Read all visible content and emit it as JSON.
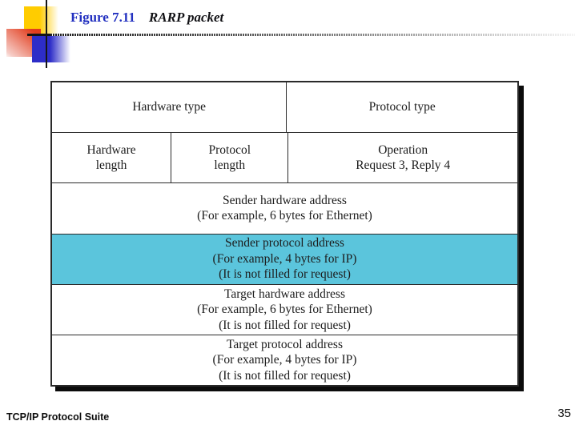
{
  "slide": {
    "figure_label": "Figure 7.11",
    "figure_title": "RARP packet",
    "footer_left": "TCP/IP Protocol Suite",
    "page_number": "35"
  },
  "colors": {
    "figure_label": "#2230c0",
    "figure_title": "#101014",
    "highlight_row": "#5bc5dc",
    "accent_yellow": "#ffcc00",
    "accent_red": "#e23d1e",
    "accent_blue": "#2d2dc8",
    "line_dark": "#151515",
    "table_border": "#2a2a2a",
    "shadow": "#0b0b0b"
  },
  "packet": {
    "rows": [
      {
        "cells": [
          {
            "lines": [
              "Hardware type"
            ]
          },
          {
            "lines": [
              "Protocol type"
            ]
          }
        ]
      },
      {
        "cells": [
          {
            "lines": [
              "Hardware",
              "length"
            ]
          },
          {
            "lines": [
              "Protocol",
              "length"
            ]
          },
          {
            "lines": [
              "Operation",
              "Request 3, Reply 4"
            ]
          }
        ]
      },
      {
        "cells": [
          {
            "lines": [
              "Sender hardware address",
              "(For example, 6 bytes for Ethernet)"
            ]
          }
        ]
      },
      {
        "cells": [
          {
            "lines": [
              "Sender protocol address",
              "(For example, 4 bytes for IP)",
              "(It is not filled for request)"
            ]
          }
        ]
      },
      {
        "cells": [
          {
            "lines": [
              "Target hardware address",
              "(For example, 6 bytes for Ethernet)",
              "(It is not filled for request)"
            ]
          }
        ]
      },
      {
        "cells": [
          {
            "lines": [
              "Target protocol address",
              "(For example, 4 bytes for IP)",
              "(It is not filled for request)"
            ]
          }
        ]
      }
    ]
  }
}
